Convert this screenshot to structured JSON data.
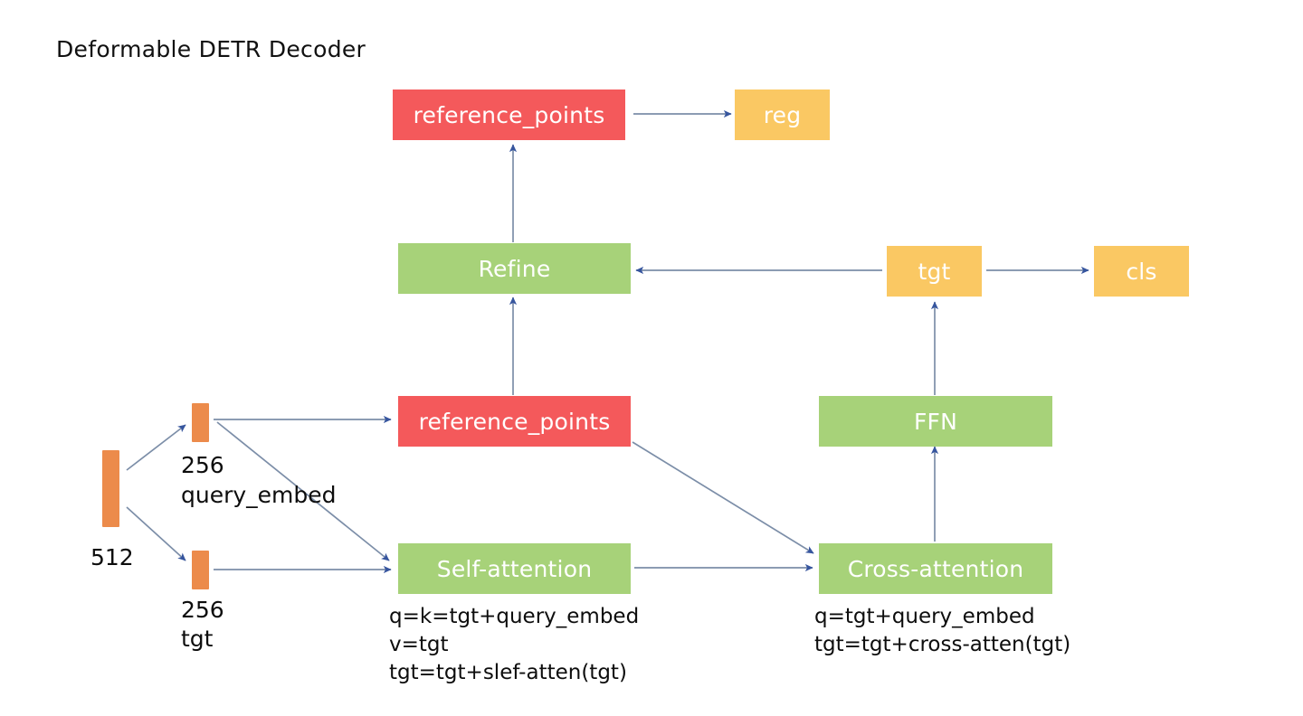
{
  "title": "Deformable DETR Decoder",
  "palette": {
    "red": "#F4595B",
    "green": "#A7D279",
    "yellow": "#FAC863",
    "orange": "#EC8B4B",
    "arrow_line": "#7C8EA8",
    "arrow_head": "#36559E",
    "text_on_box": "#FFFFFF",
    "text_plain": "#0D0D0D",
    "background": "#FFFFFF"
  },
  "nodes": {
    "reference_points_top": "reference_points",
    "reg": "reg",
    "refine": "Refine",
    "tgt_box": "tgt",
    "cls": "cls",
    "reference_points_mid": "reference_points",
    "ffn": "FFN",
    "self_attention": "Self-attention",
    "cross_attention": "Cross-attention"
  },
  "bars": {
    "input_512": "512",
    "query_embed_dim": "256",
    "query_embed_name": "query_embed",
    "tgt_dim": "256",
    "tgt_name": "tgt"
  },
  "captions": {
    "self_attention": "q=k=tgt+query_embed\nv=tgt\ntgt=tgt+slef-atten(tgt)",
    "cross_attention": "q=tgt+query_embed\ntgt=tgt+cross-atten(tgt)"
  },
  "edges": [
    {
      "from": "reference_points_top",
      "to": "reg",
      "style": "straight-right"
    },
    {
      "from": "refine",
      "to": "reference_points_top",
      "style": "straight-up"
    },
    {
      "from": "tgt_box",
      "to": "refine",
      "style": "straight-left"
    },
    {
      "from": "tgt_box",
      "to": "cls",
      "style": "straight-right"
    },
    {
      "from": "reference_points_mid",
      "to": "refine",
      "style": "straight-up"
    },
    {
      "from": "ffn",
      "to": "tgt_box",
      "style": "straight-up"
    },
    {
      "from": "cross_attention",
      "to": "ffn",
      "style": "straight-up"
    },
    {
      "from": "input_512",
      "to": "query_embed_bar",
      "style": "diagonal-up-right"
    },
    {
      "from": "input_512",
      "to": "tgt_bar",
      "style": "diagonal-down-right"
    },
    {
      "from": "query_embed_bar",
      "to": "reference_points_mid",
      "style": "straight-right"
    },
    {
      "from": "query_embed_bar",
      "to": "self_attention",
      "style": "diagonal-down-right"
    },
    {
      "from": "tgt_bar",
      "to": "self_attention",
      "style": "straight-right"
    },
    {
      "from": "self_attention",
      "to": "cross_attention",
      "style": "straight-right"
    },
    {
      "from": "reference_points_mid",
      "to": "cross_attention",
      "style": "diagonal-down-right"
    }
  ]
}
